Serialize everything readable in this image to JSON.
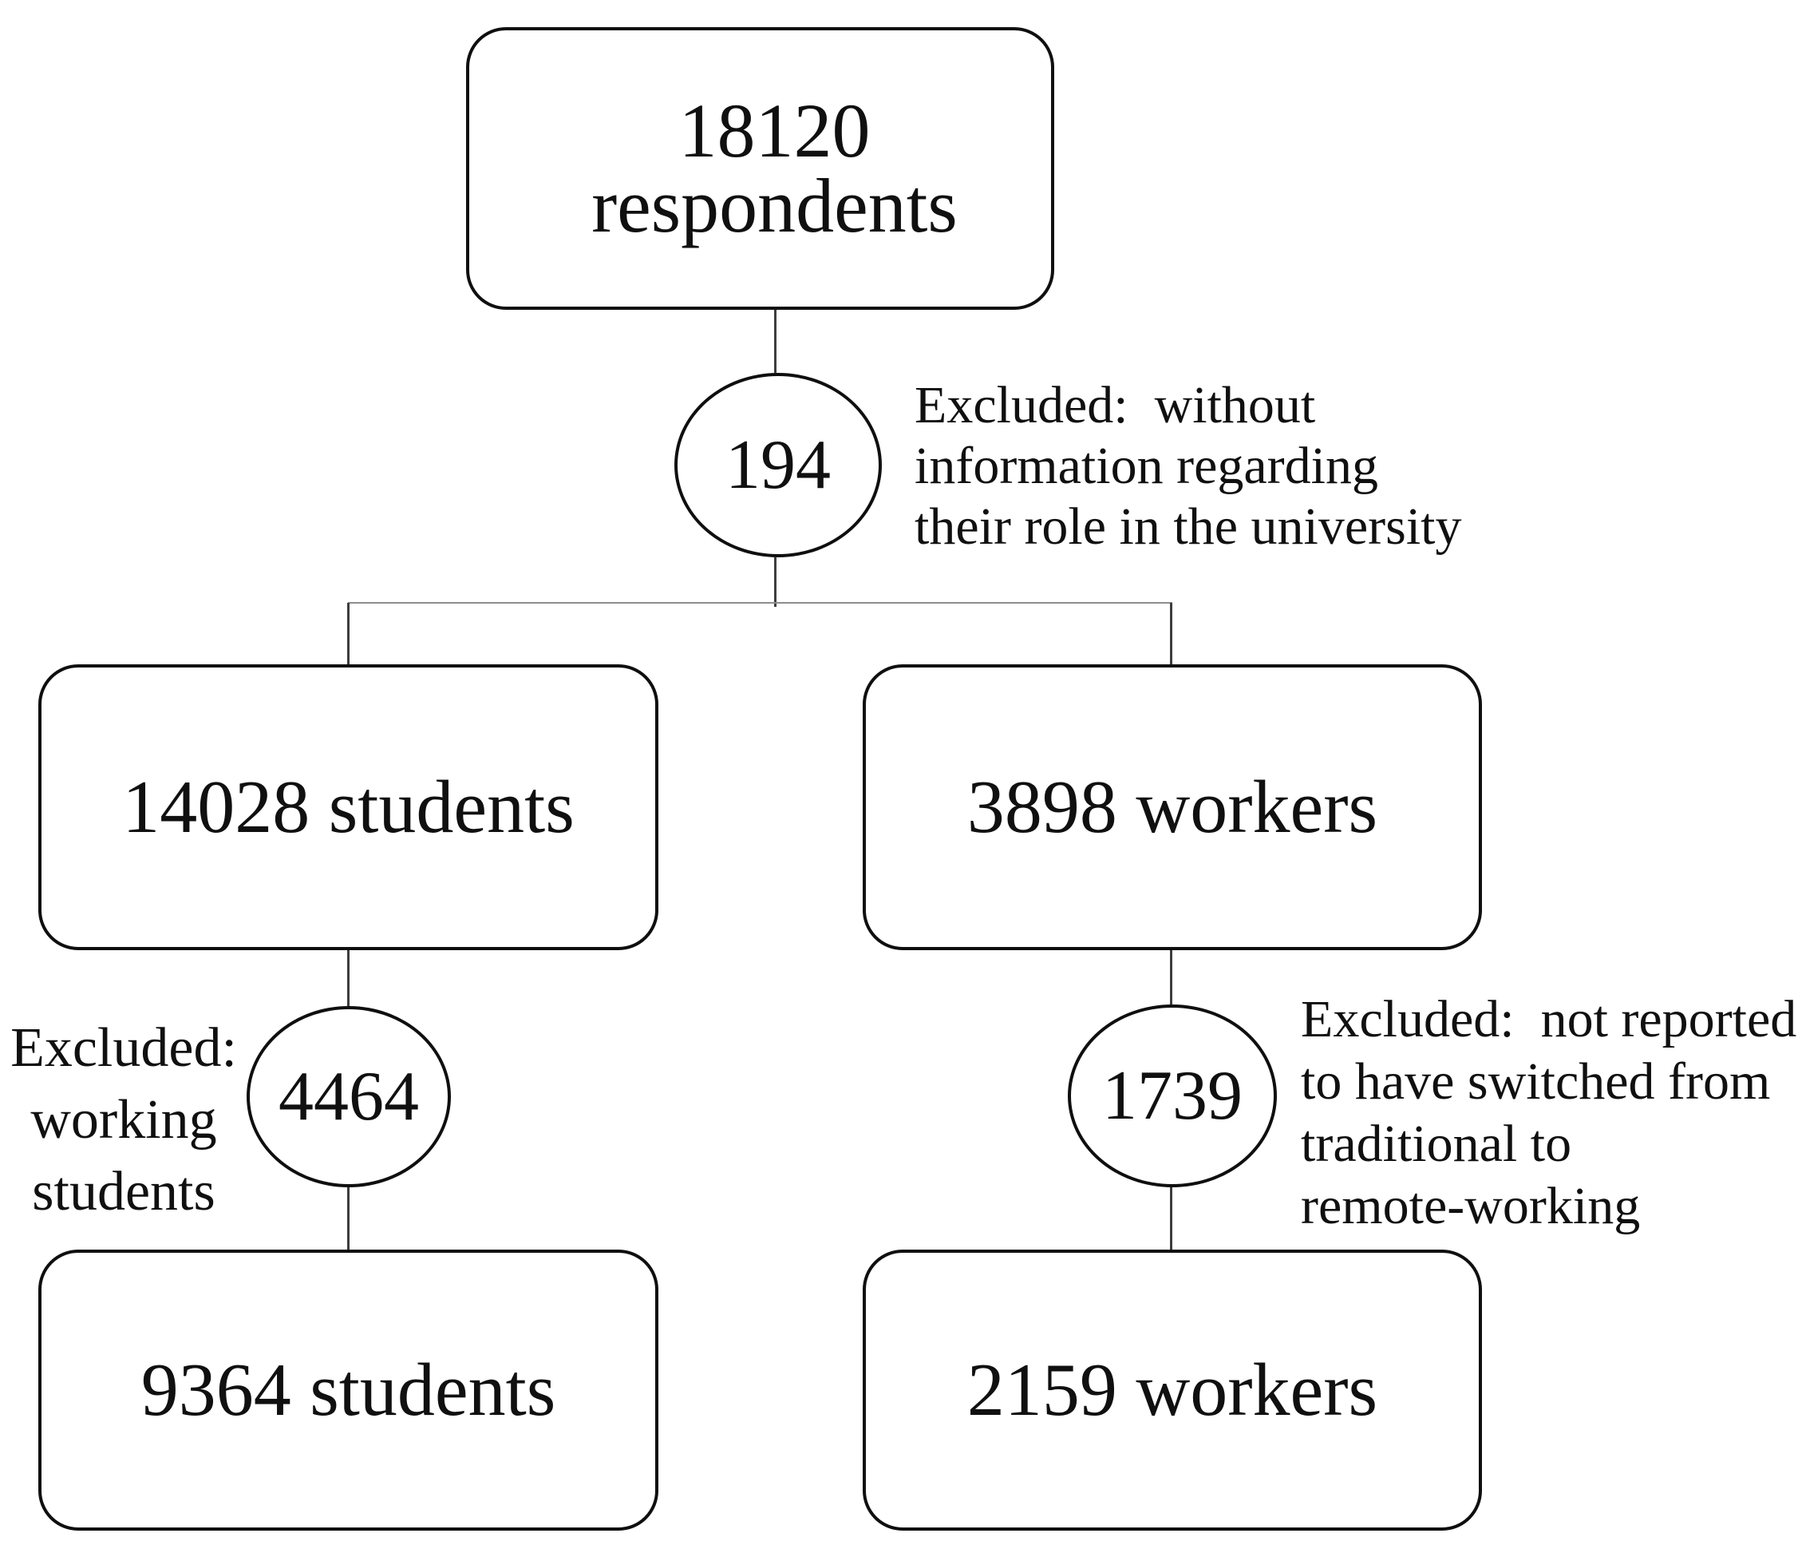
{
  "colors": {
    "background": "#ffffff",
    "box_border": "#0f0f0f",
    "connector_line": "#3d3d3d",
    "branch_line": "#8d8d8d",
    "text": "#101010"
  },
  "flow": {
    "respondents_box": {
      "lines": [
        "18120",
        "respondents"
      ]
    },
    "excluded_role": {
      "count": "194",
      "note_lines": [
        "Excluded:  without",
        "information regarding",
        "their role in the university"
      ]
    },
    "students_box": {
      "label": "14028 students"
    },
    "workers_box": {
      "label": "3898 workers"
    },
    "excluded_working_students": {
      "count": "4464",
      "note_lines": [
        "Excluded:",
        "working",
        "students"
      ]
    },
    "excluded_not_switched": {
      "count": "1739",
      "note_lines": [
        "Excluded:  not reported",
        "to have switched from",
        "traditional to",
        "remote-working"
      ]
    },
    "final_students_box": {
      "label": "9364 students"
    },
    "final_workers_box": {
      "label": "2159 workers"
    }
  }
}
